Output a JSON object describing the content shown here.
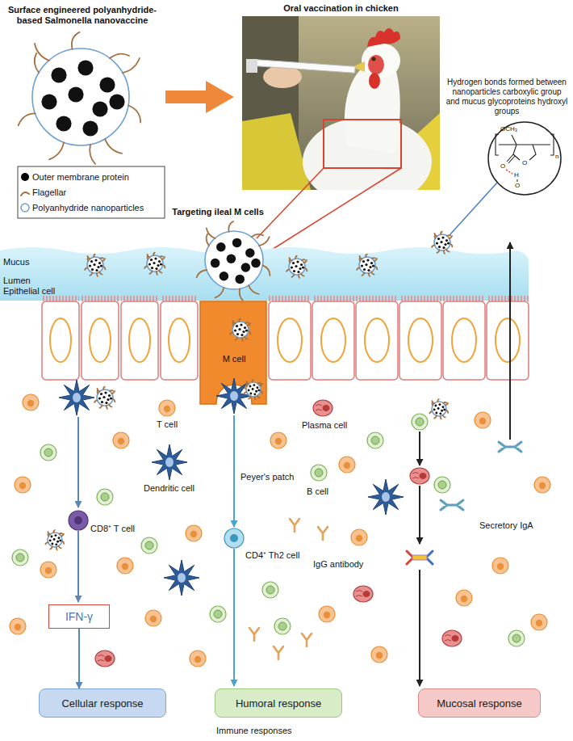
{
  "diagram": {
    "nodes": [
      {
        "text": [
          "IFN-γ"
        ]
      },
      {
        "text": [
          "Cellular response"
        ]
      },
      {
        "text": [
          "Humoral response"
        ]
      },
      {
        "text": [
          "Mucosal response"
        ]
      }
    ],
    "edges": [
      {
        "from": 0,
        "to": 1,
        "arrow": "to"
      }
    ],
    "labels": [
      "Surface engineered polyanhydride-based Salmonella nanovaccine",
      "Oral vaccination in chicken",
      "Hydrogen bonds formed between nanoparticles carboxylic group and mucus glycoproteins hydroxyl groups",
      "OCH₃",
      "O",
      "O",
      "n",
      "H",
      "O",
      "Targeting ileal M cells",
      "Mucus",
      "Lumen",
      "Epithelial cell",
      "M cell",
      "T cell",
      "Dendritic cell",
      "Peyer's patch",
      "Plasma cell",
      "B cell",
      "CD8⁺ T cell",
      "CD4⁺ Th2 cell",
      "IgG antibody",
      "Secretory IgA",
      "Immune responses"
    ],
    "legend": [
      {
        "text": "Outer membrane protein",
        "color": "#000000"
      },
      {
        "text": "Flagellar"
      },
      {
        "text": "Polyanhydride nanoparticles"
      }
    ]
  }
}
